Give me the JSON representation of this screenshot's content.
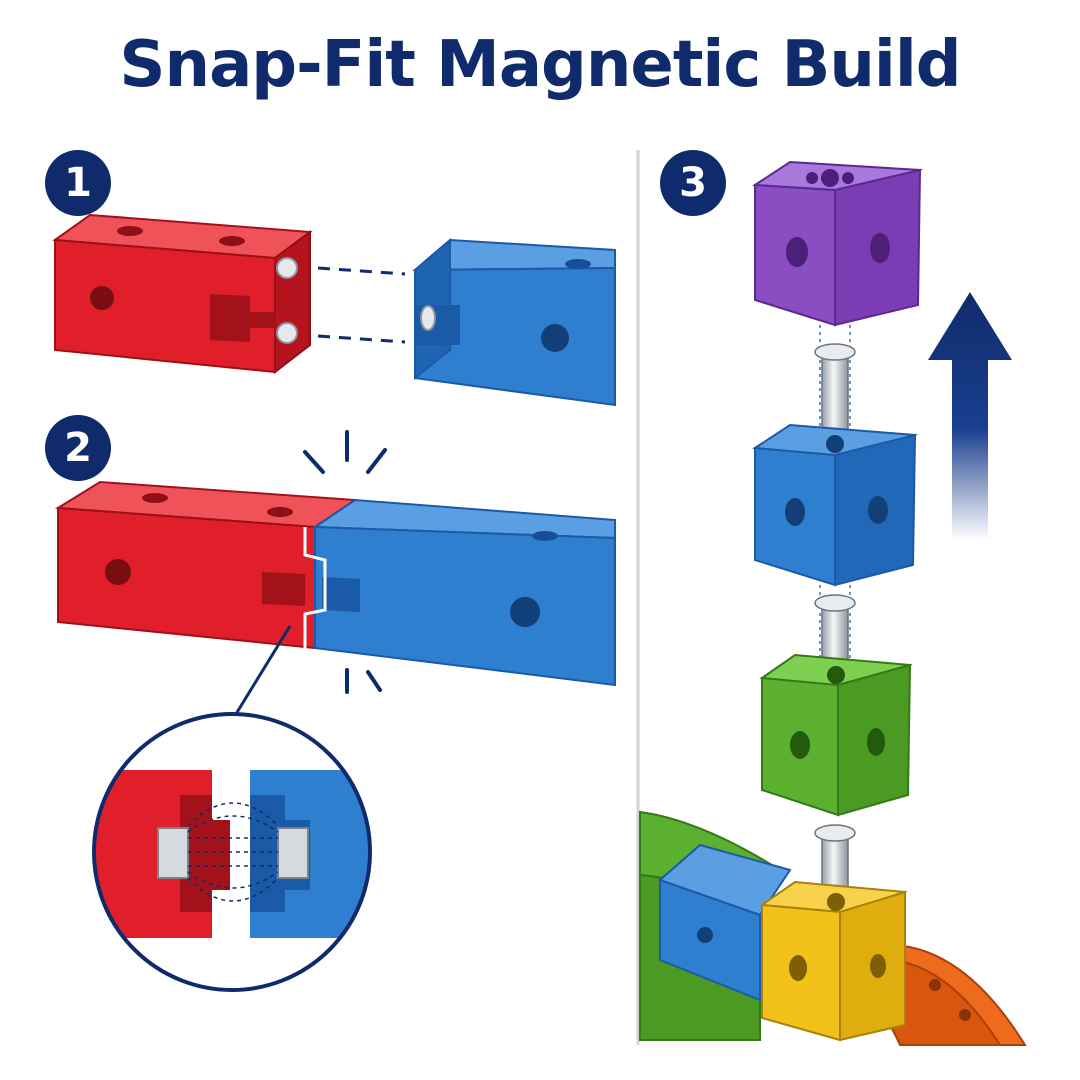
{
  "title": "Snap-Fit Magnetic Build",
  "steps": [
    {
      "number": "1"
    },
    {
      "number": "2"
    },
    {
      "number": "3"
    }
  ],
  "colors": {
    "navy": "#0f2b6b",
    "red": "#e11f2a",
    "blue": "#2f7fd1",
    "purple": "#8a4dc2",
    "green": "#5bb12f",
    "yellow": "#f2c21b",
    "orange": "#ee6a1c",
    "metal": "#d6d9de"
  },
  "icons": [
    "step-1-badge",
    "step-2-badge",
    "step-3-badge",
    "upward-arrow-icon",
    "magnifier-detail",
    "click-burst-icon"
  ]
}
